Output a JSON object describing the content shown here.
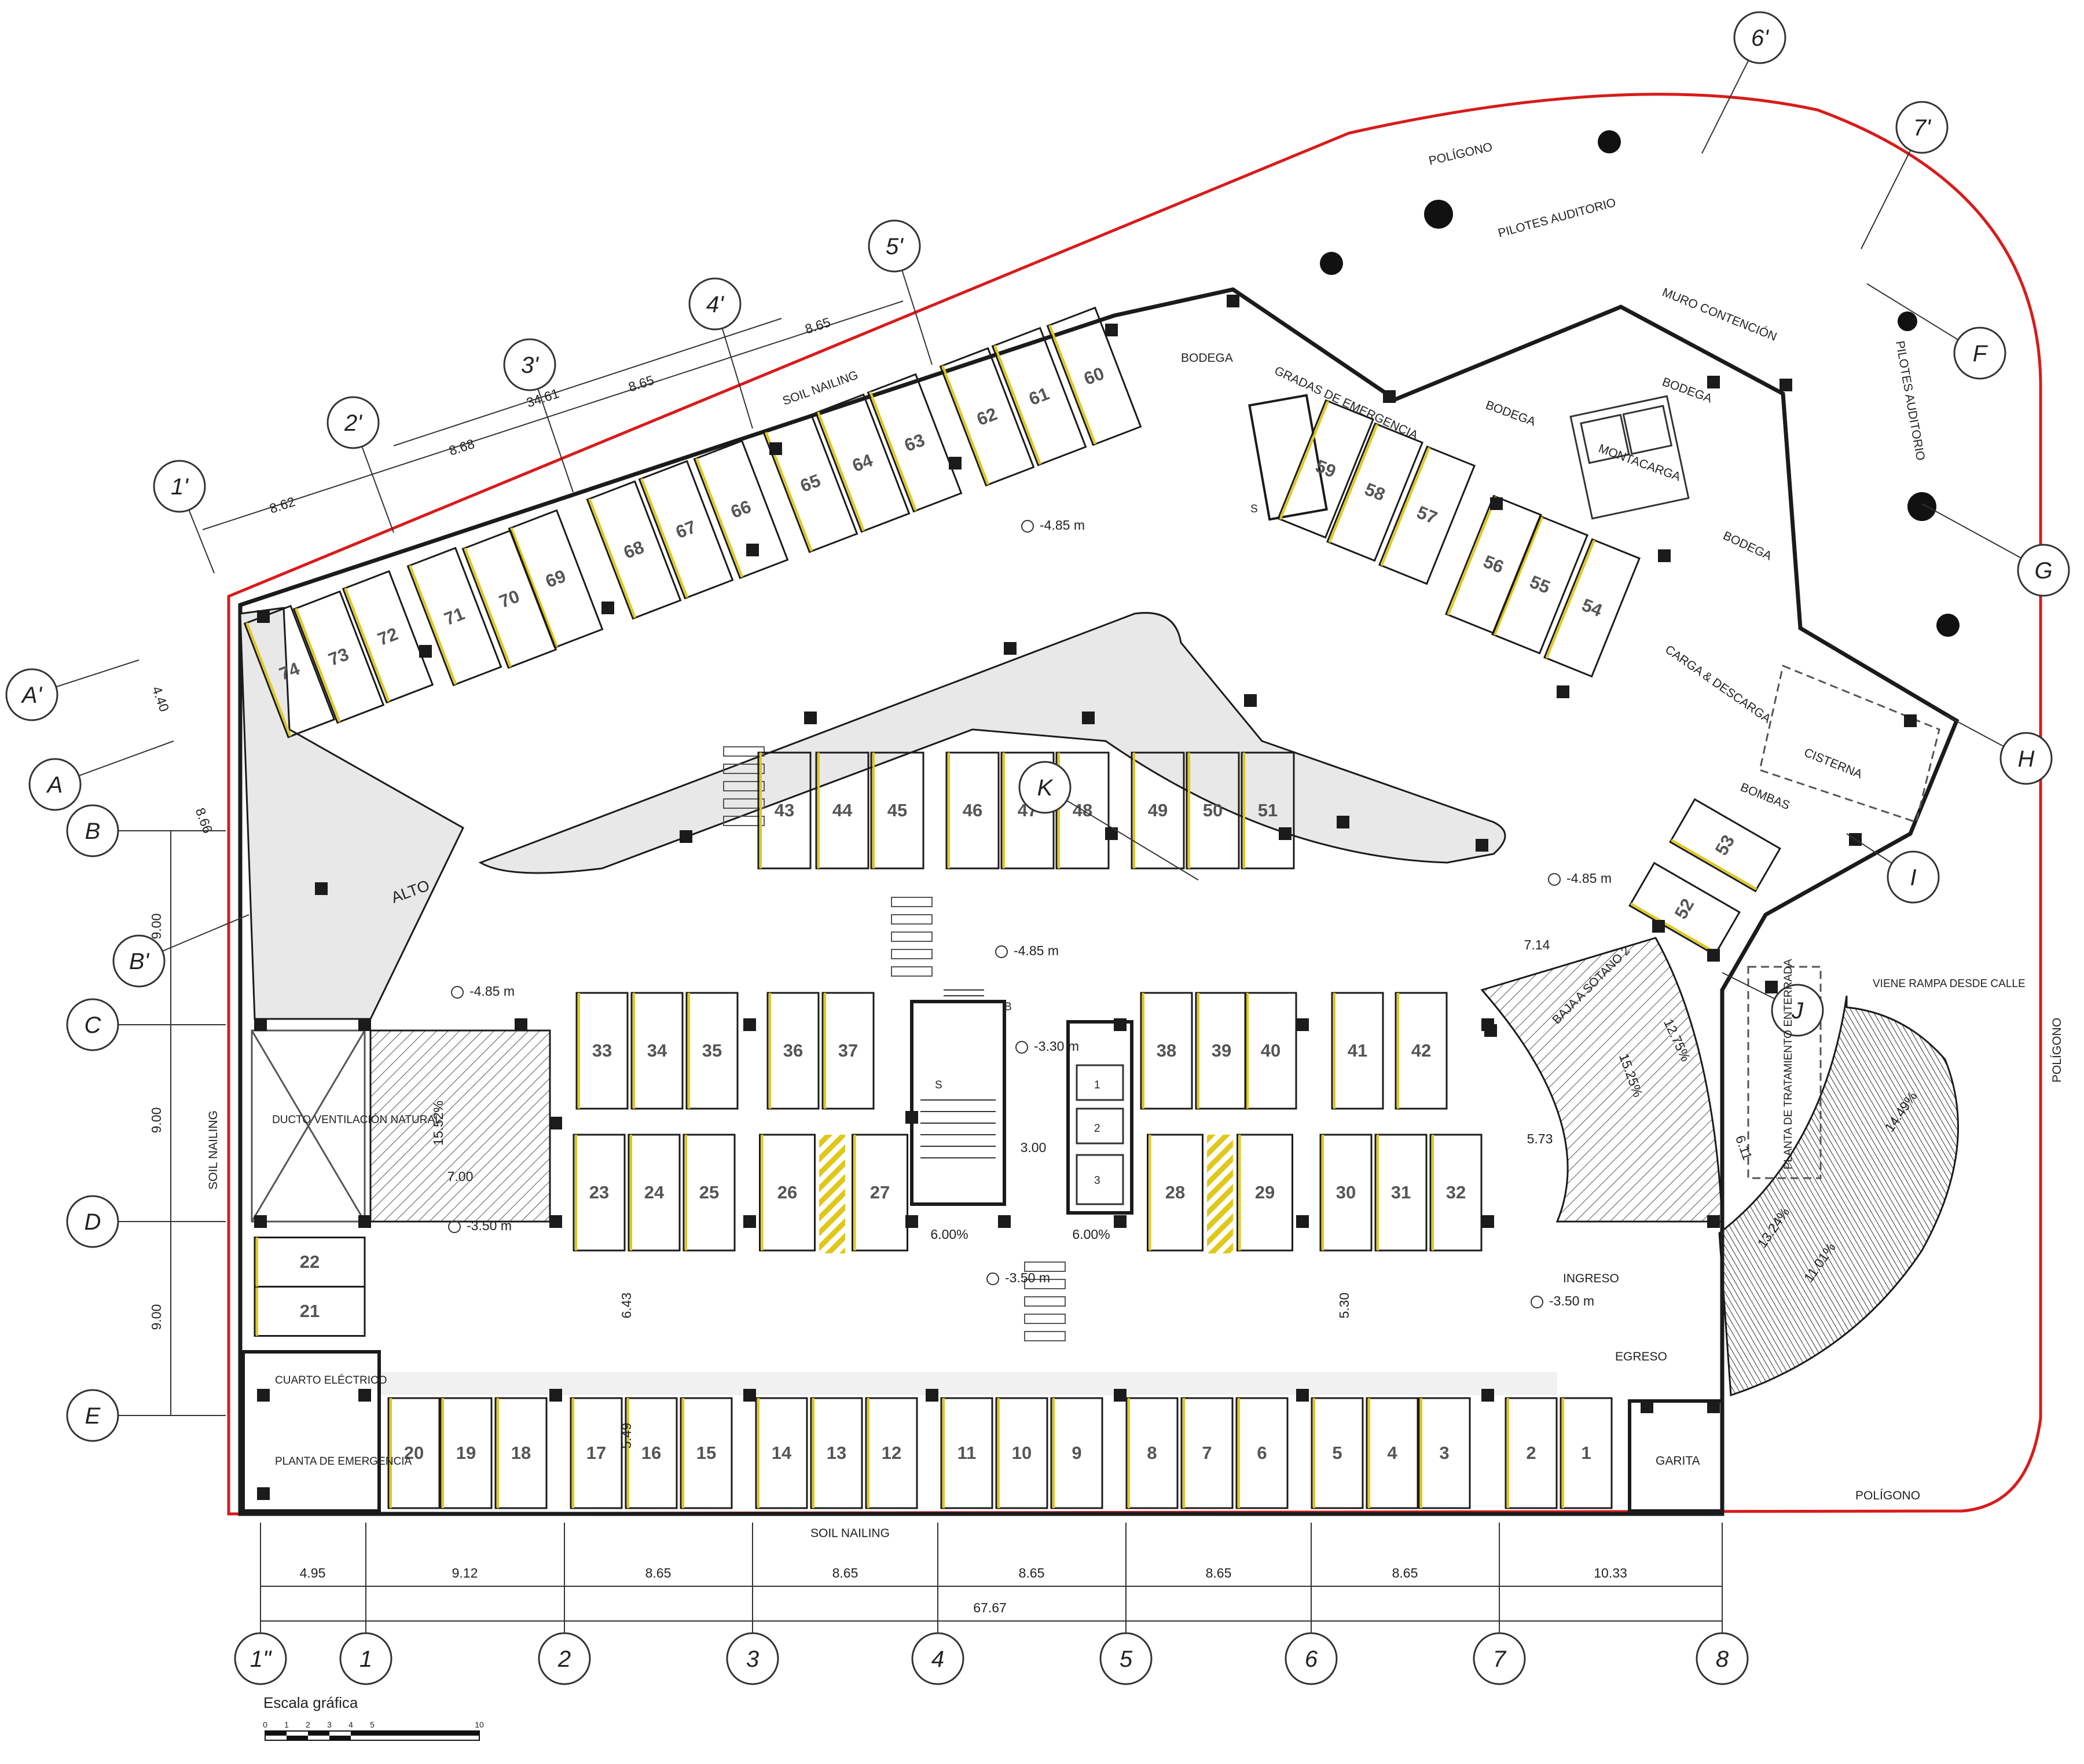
{
  "axis_bottom": [
    "1\"",
    "1",
    "2",
    "3",
    "4",
    "5",
    "6",
    "7",
    "8"
  ],
  "axis_top": [
    "1'",
    "2'",
    "3'",
    "4'",
    "5'",
    "6'",
    "7'"
  ],
  "axis_left": [
    "A'",
    "A",
    "B",
    "B'",
    "C",
    "D",
    "E"
  ],
  "axis_right": [
    "F",
    "G",
    "H",
    "I",
    "J",
    "K"
  ],
  "dims_bottom": [
    "4.95",
    "9.12",
    "8.65",
    "8.65",
    "8.65",
    "8.65",
    "8.65",
    "10.33"
  ],
  "dim_bottom_total": "67.67",
  "dims_top": [
    "8.62",
    "8.68",
    "8.65",
    "8.65"
  ],
  "dim_top_total": "34.61",
  "dims_left": [
    "9.00",
    "9.00",
    "9.00"
  ],
  "dims_left_upper": [
    "4.40",
    "8.66"
  ],
  "dims_interior": [
    "7.00",
    "15.52%",
    "6.43",
    "5.49",
    "5.30",
    "7.14",
    "5.73",
    "6.11",
    "15.25%",
    "12.75%",
    "14.49%",
    "13.24%",
    "11.01%",
    "6.00%",
    "6.00%",
    "3.00"
  ],
  "levels": [
    "-4.85 m",
    "-4.85 m",
    "-4.85 m",
    "-4.85 m",
    "-3.30 m",
    "-3.50 m",
    "-3.50 m",
    "-3.50 m"
  ],
  "labels": {
    "poligono": "POLÍGONO",
    "pilotes_auditorio": "PILOTES AUDITORIO",
    "muro_contencion": "MURO CONTENCIÓN",
    "soil_nailing": "SOIL NAILING",
    "bodega": "BODEGA",
    "gradas": "GRADAS DE EMERGENCIA",
    "montacarga": "MONTACARGA",
    "carga": "CARGA & DESCARGA",
    "cisterna": "CISTERNA",
    "bombas": "BOMBAS",
    "alto": "ALTO",
    "baja": "BAJA A SÓTANO 2",
    "planta_tratamiento": "PLANTA DE TRATAMIENTO ENTERRADA",
    "viene_rampa": "VIENE RAMPA DESDE CALLE",
    "ducto": "DUCTO VENTILACIÓN NATURAL",
    "cuarto": "CUARTO ELÉCTRICO",
    "planta_emergencia": "PLANTA DE EMERGENCIA",
    "ingreso": "INGRESO",
    "egreso": "EGRESO",
    "garita": "GARITA",
    "escala": "Escala gráfica",
    "stair_s": "S",
    "stair_b": "B",
    "elev_1": "1",
    "elev_2": "2",
    "elev_3": "3"
  },
  "scale_ticks": [
    "0",
    "1",
    "2",
    "3",
    "4",
    "5",
    "10"
  ],
  "stalls": [
    "1",
    "2",
    "3",
    "4",
    "5",
    "6",
    "7",
    "8",
    "9",
    "10",
    "11",
    "12",
    "13",
    "14",
    "15",
    "16",
    "17",
    "18",
    "19",
    "20",
    "21",
    "22",
    "23",
    "24",
    "25",
    "26",
    "27",
    "28",
    "29",
    "30",
    "31",
    "32",
    "33",
    "34",
    "35",
    "36",
    "37",
    "38",
    "39",
    "40",
    "41",
    "42",
    "43",
    "44",
    "45",
    "46",
    "47",
    "48",
    "49",
    "50",
    "51",
    "52",
    "53",
    "54",
    "55",
    "56",
    "57",
    "58",
    "59",
    "60",
    "61",
    "62",
    "63",
    "64",
    "65",
    "66",
    "67",
    "68",
    "69",
    "70",
    "71",
    "72",
    "73",
    "74"
  ],
  "colors": {
    "property_line": "#d81b1b",
    "accent_stripe": "#e0c81a",
    "wall": "#1b1b1b",
    "ramp_fill": "#7a7a7a",
    "ground": "#e8e8e8"
  }
}
